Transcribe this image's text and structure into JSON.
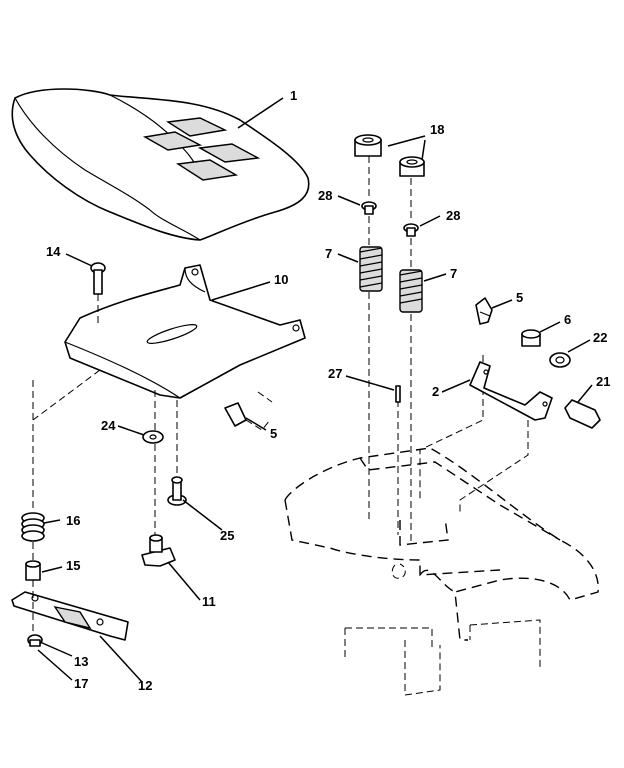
{
  "callouts": [
    {
      "label": "1"
    },
    {
      "label": "18"
    },
    {
      "label": "28"
    },
    {
      "label": "28"
    },
    {
      "label": "14"
    },
    {
      "label": "10"
    },
    {
      "label": "7"
    },
    {
      "label": "7"
    },
    {
      "label": "5"
    },
    {
      "label": "6"
    },
    {
      "label": "22"
    },
    {
      "label": "2"
    },
    {
      "label": "21"
    },
    {
      "label": "27"
    },
    {
      "label": "24"
    },
    {
      "label": "5"
    },
    {
      "label": "16"
    },
    {
      "label": "25"
    },
    {
      "label": "15"
    },
    {
      "label": "11"
    },
    {
      "label": "13"
    },
    {
      "label": "17"
    },
    {
      "label": "12"
    }
  ]
}
